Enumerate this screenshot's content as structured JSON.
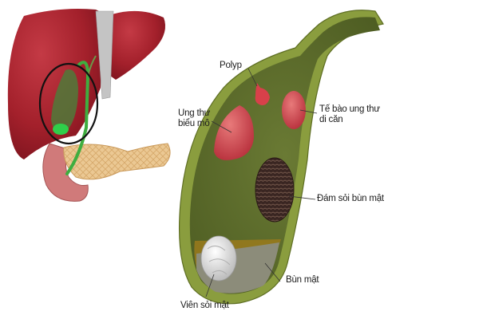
{
  "title": "Gallbladder pathologies illustration",
  "colors": {
    "liver": "#a3202b",
    "liver_shade": "#7e1520",
    "ligament": "#b9b9b9",
    "pancreas": "#e9c48f",
    "duodenum": "#d98080",
    "bile_duct": "#3fae3f",
    "gallbladder_wall": "#8a9d3e",
    "gallbladder_inner": "#5a6a2a",
    "tumor": "#d8505a",
    "sludge_ball": "#3d2b26",
    "stone": "#e7e7e7",
    "sludge": "#8c8c7a",
    "bile": "#9a7a1c",
    "circle": "#111111"
  },
  "labels": {
    "polyp": "Polyp",
    "epithelial_cancer_line1": "Ung thư",
    "epithelial_cancer_line2": "biểu mô",
    "metastatic_line1": "Tế bào ung thư",
    "metastatic_line2": "di căn",
    "sludge_ball": "Đám sỏi bùn mật",
    "sludge": "Bùn mật",
    "gallstone": "Viên sỏi mật"
  }
}
